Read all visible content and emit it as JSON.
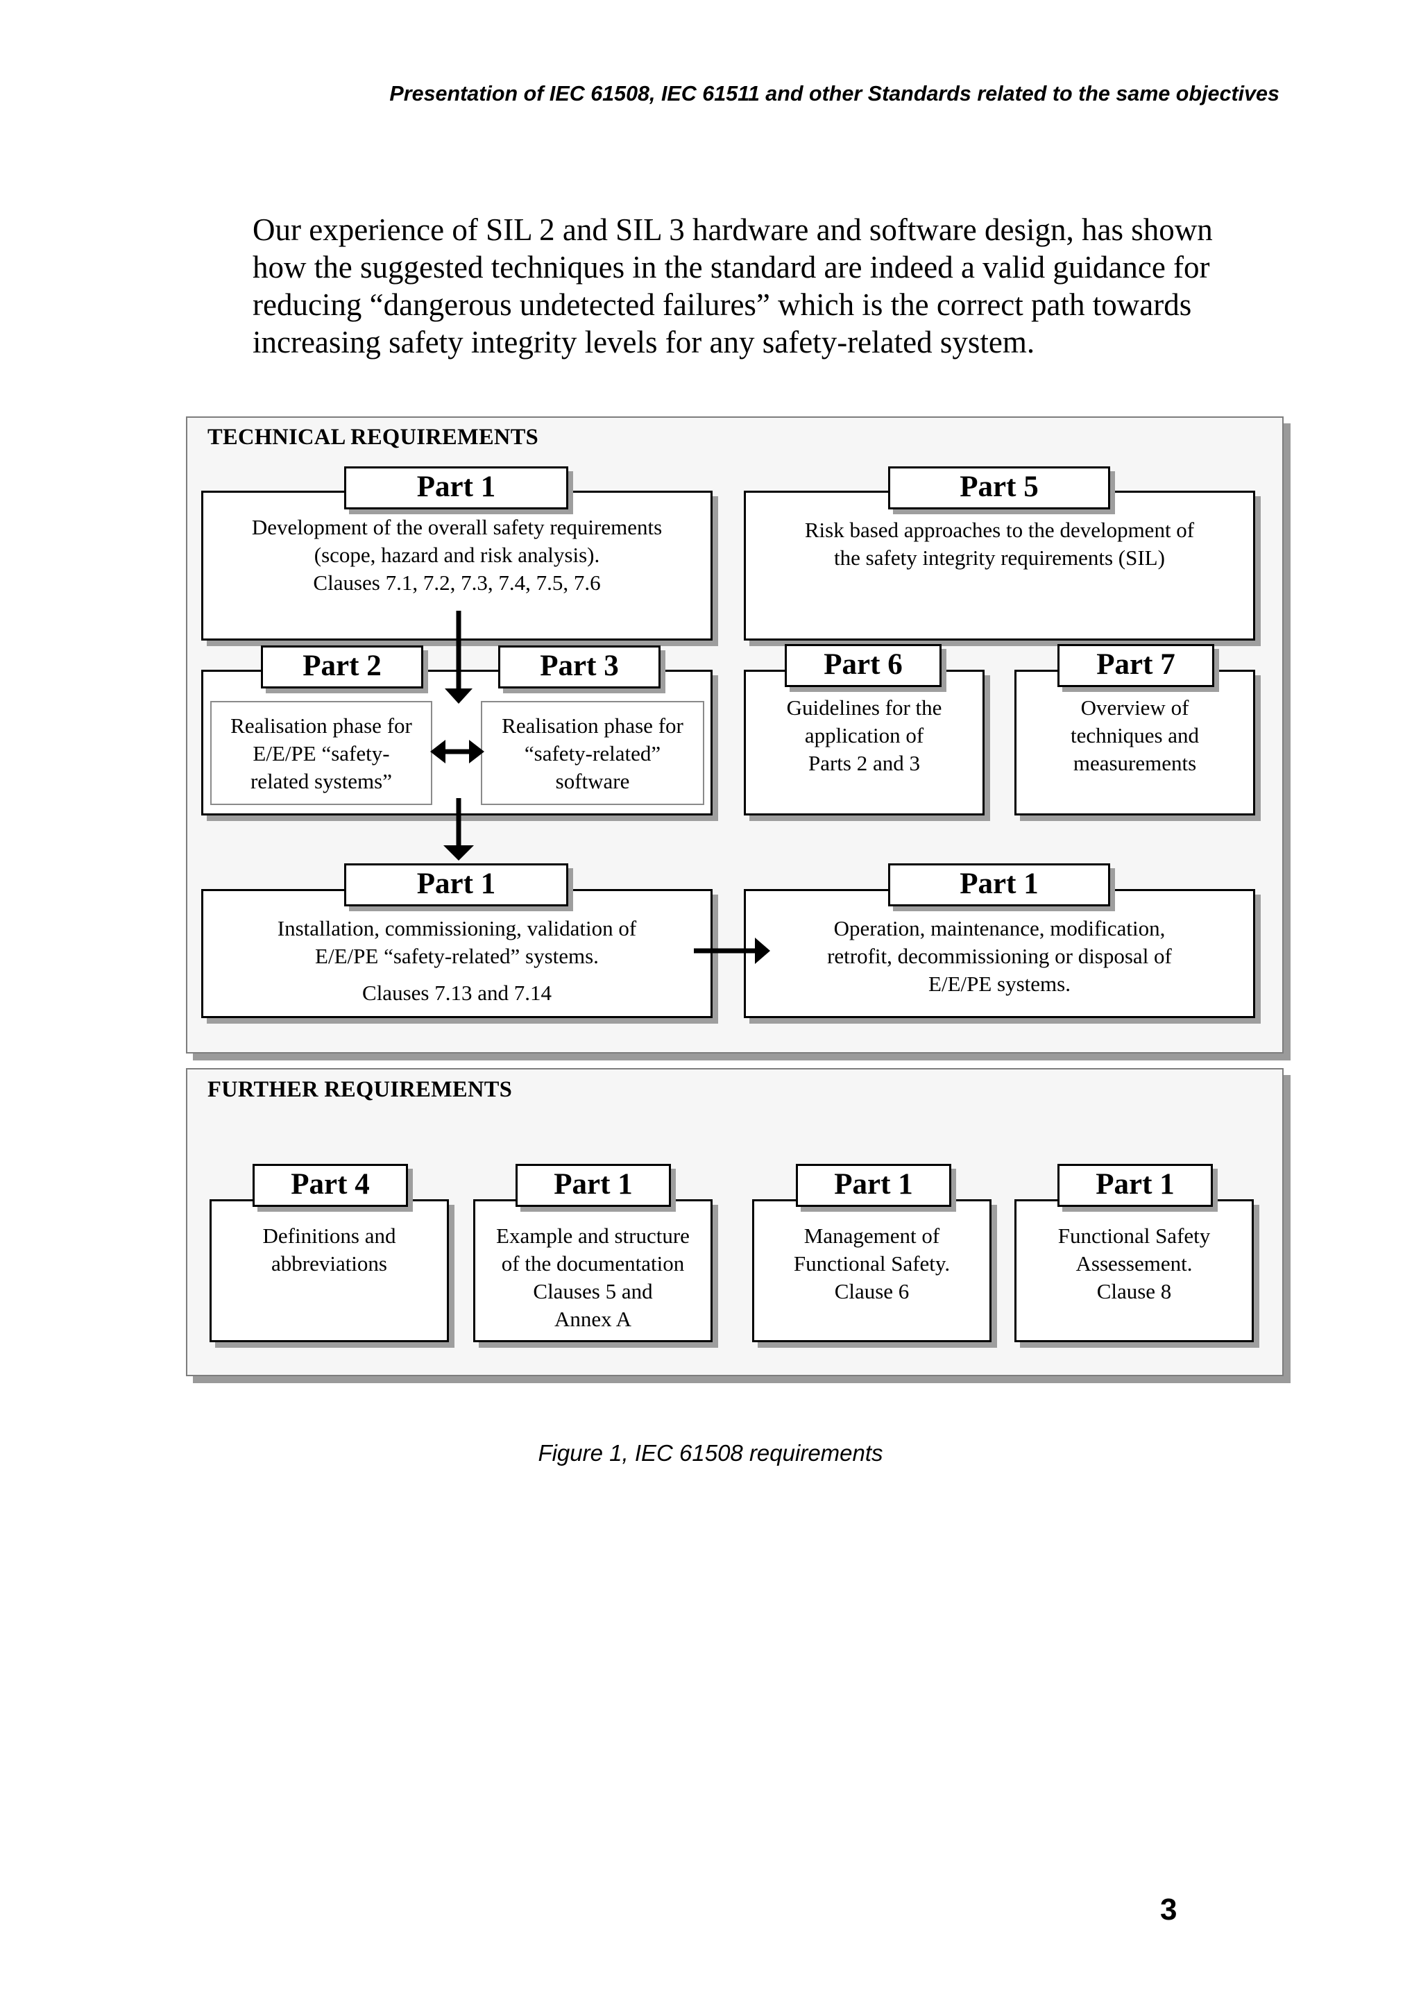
{
  "header": "Presentation of IEC 61508, IEC 61511 and other Standards related to the same objectives",
  "intro": {
    "lines": [
      "Our experience of SIL 2 and SIL 3 hardware and software design, has shown",
      "how the suggested techniques in the standard are indeed a valid guidance for",
      "reducing “dangerous undetected failures” which is the correct path towards",
      "increasing safety integrity levels for any safety-related system."
    ]
  },
  "figure": {
    "technical": {
      "title": "TECHNICAL REQUIREMENTS",
      "part1_top": {
        "label": "Part 1",
        "lines": [
          "Development of the overall safety requirements",
          "(scope, hazard and risk analysis).",
          "Clauses 7.1, 7.2, 7.3, 7.4, 7.5, 7.6"
        ]
      },
      "part5": {
        "label": "Part 5",
        "lines": [
          "Risk based approaches to the development of",
          "the safety integrity requirements (SIL)"
        ]
      },
      "part2": {
        "label": "Part 2",
        "lines": [
          "Realisation phase for",
          "E/E/PE “safety-",
          "related systems”"
        ]
      },
      "part3": {
        "label": "Part 3",
        "lines": [
          "Realisation phase for",
          "“safety-related”",
          "software"
        ]
      },
      "part6": {
        "label": "Part 6",
        "lines": [
          "Guidelines for the",
          "application of",
          "Parts 2 and 3"
        ]
      },
      "part7": {
        "label": "Part 7",
        "lines": [
          "Overview of",
          "techniques and",
          "measurements"
        ]
      },
      "part1_install": {
        "label": "Part 1",
        "lines": [
          "Installation, commissioning, validation of",
          "E/E/PE “safety-related” systems."
        ],
        "clauses": "Clauses 7.13 and 7.14"
      },
      "part1_operation": {
        "label": "Part 1",
        "lines": [
          "Operation, maintenance, modification,",
          "retrofit, decommissioning or disposal of",
          "E/E/PE systems."
        ]
      }
    },
    "further": {
      "title": "FURTHER REQUIREMENTS",
      "part4": {
        "label": "Part 4",
        "lines": [
          "Definitions and",
          "abbreviations"
        ]
      },
      "part1_doc": {
        "label": "Part 1",
        "lines": [
          "Example and structure",
          "of the documentation",
          "Clauses 5 and",
          "Annex A"
        ]
      },
      "part1_mgmt": {
        "label": "Part 1",
        "lines": [
          "Management of",
          "Functional Safety.",
          "Clause 6"
        ]
      },
      "part1_assess": {
        "label": "Part 1",
        "lines": [
          "Functional Safety",
          "Assessement.",
          "Clause 8"
        ]
      }
    }
  },
  "caption": "Figure 1, IEC 61508 requirements",
  "page_number": "3"
}
